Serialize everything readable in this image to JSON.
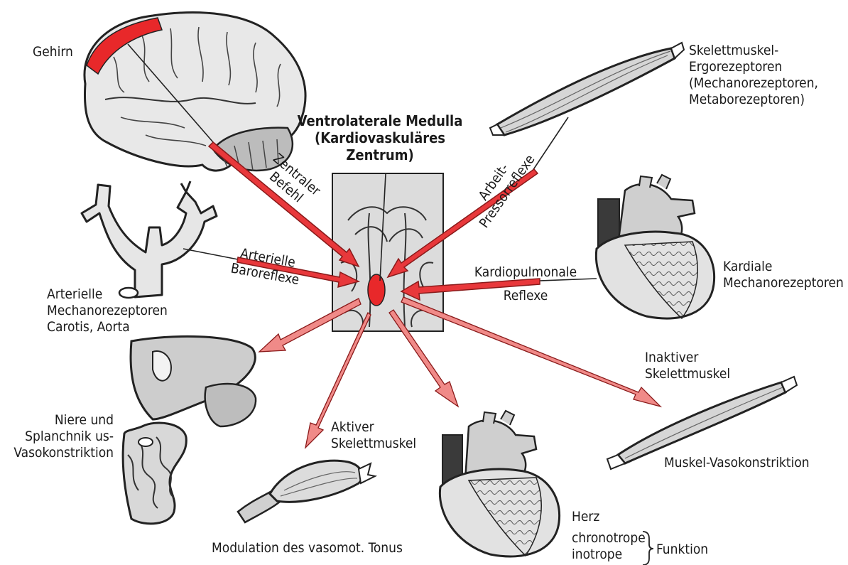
{
  "center": {
    "title_lines": [
      "Ventrolaterale Medulla",
      "(Kardiovaskuläres",
      "Zentrum)"
    ]
  },
  "labels": {
    "brain": "Gehirn",
    "skeletal_receptors": [
      "Skelettmuskel-",
      "Ergorezeptoren",
      "(Mechanorezeptoren,",
      "Metaborezeptoren)"
    ],
    "arterial_receptors": [
      "Arterielle",
      "Mechanorezeptoren",
      "Carotis, Aorta"
    ],
    "cardiac_receptors": [
      "Kardiale",
      "Mechanorezeptoren"
    ],
    "kidney": [
      "Niere und",
      "Splanchnik us-",
      "Vasokonstriktion"
    ],
    "active_muscle": [
      "Aktiver",
      "Skelettmuskel"
    ],
    "inactive_muscle": [
      "Inaktiver",
      "Skelettmuskel"
    ],
    "muscle_vaso": "Muskel-Vasokonstriktion",
    "modulation": "Modulation des vasomot. Tonus",
    "herz": "Herz",
    "heart_function": [
      "chronotrope",
      "inotrope"
    ],
    "funktion": "Funktion"
  },
  "arrows": {
    "central_command": [
      "Zentraler",
      "Befehl"
    ],
    "baroreflex": [
      "Arterielle",
      "Baroreflexe"
    ],
    "pressor": [
      "Arbeit-",
      "Pressorreflexe"
    ],
    "cardiopulmonary": [
      "Kardiopulmonale",
      "Reflexe"
    ]
  },
  "colors": {
    "arrow_red": "#e8383b",
    "arrow_light": "#f08a88",
    "organ_grey": "#bdbdbd",
    "organ_light": "#e6e6e6",
    "highlight_red": "#e8282a"
  }
}
